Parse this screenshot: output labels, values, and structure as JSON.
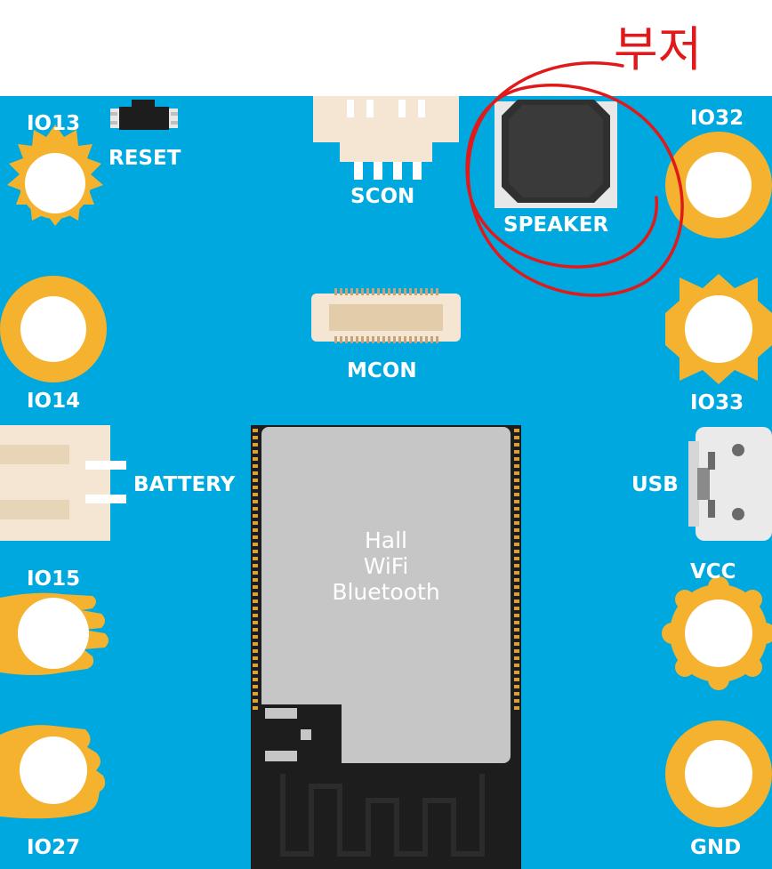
{
  "annotation": {
    "text": "부저",
    "color": "#e01a1a"
  },
  "colors": {
    "board": "#00a8e0",
    "pad": "#f5b22e",
    "chip": "#c6c6c6",
    "pcb": "#1d1d1d",
    "connector": "#f4e6d3",
    "speaker": "#303030"
  },
  "labels": {
    "io13": "IO13",
    "reset": "RESET",
    "scon": "SCON",
    "speaker": "SPEAKER",
    "io32": "IO32",
    "mcon": "MCON",
    "io14": "IO14",
    "io33": "IO33",
    "battery": "BATTERY",
    "usb": "USB",
    "io15": "IO15",
    "vcc": "VCC",
    "io27": "IO27",
    "gnd": "GND"
  },
  "chip": {
    "line1": "Hall",
    "line2": "WiFi",
    "line3": "Bluetooth"
  }
}
